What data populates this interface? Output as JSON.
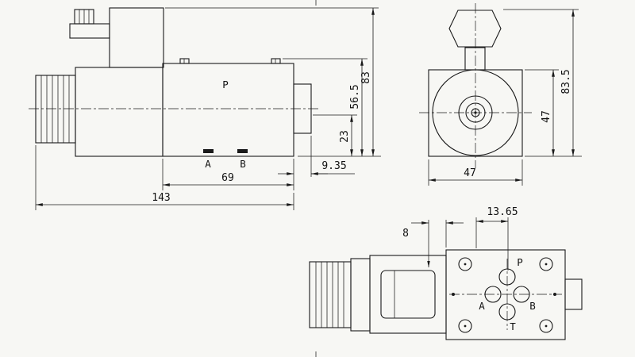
{
  "drawing": {
    "type": "technical-drawing",
    "subject": "solenoid directional valve, three orthographic views",
    "colors": {
      "line": "#1a1a1a",
      "background": "#f7f7f4"
    },
    "side_view": {
      "port_p": "P",
      "port_a": "A",
      "port_b": "B",
      "dim_body_length": "69",
      "dim_cap_length": "9.35",
      "dim_total_length": "143",
      "dim_height_23": "23",
      "dim_height_56_5": "56.5",
      "dim_height_83": "83"
    },
    "front_view": {
      "dim_width_47": "47",
      "dim_height_47": "47",
      "dim_height_83_5": "83.5"
    },
    "top_view": {
      "port_p": "P",
      "port_a": "A",
      "port_b": "B",
      "port_t": "T",
      "dim_offset_13_65": "13.65",
      "dim_offset_8": "8"
    }
  }
}
